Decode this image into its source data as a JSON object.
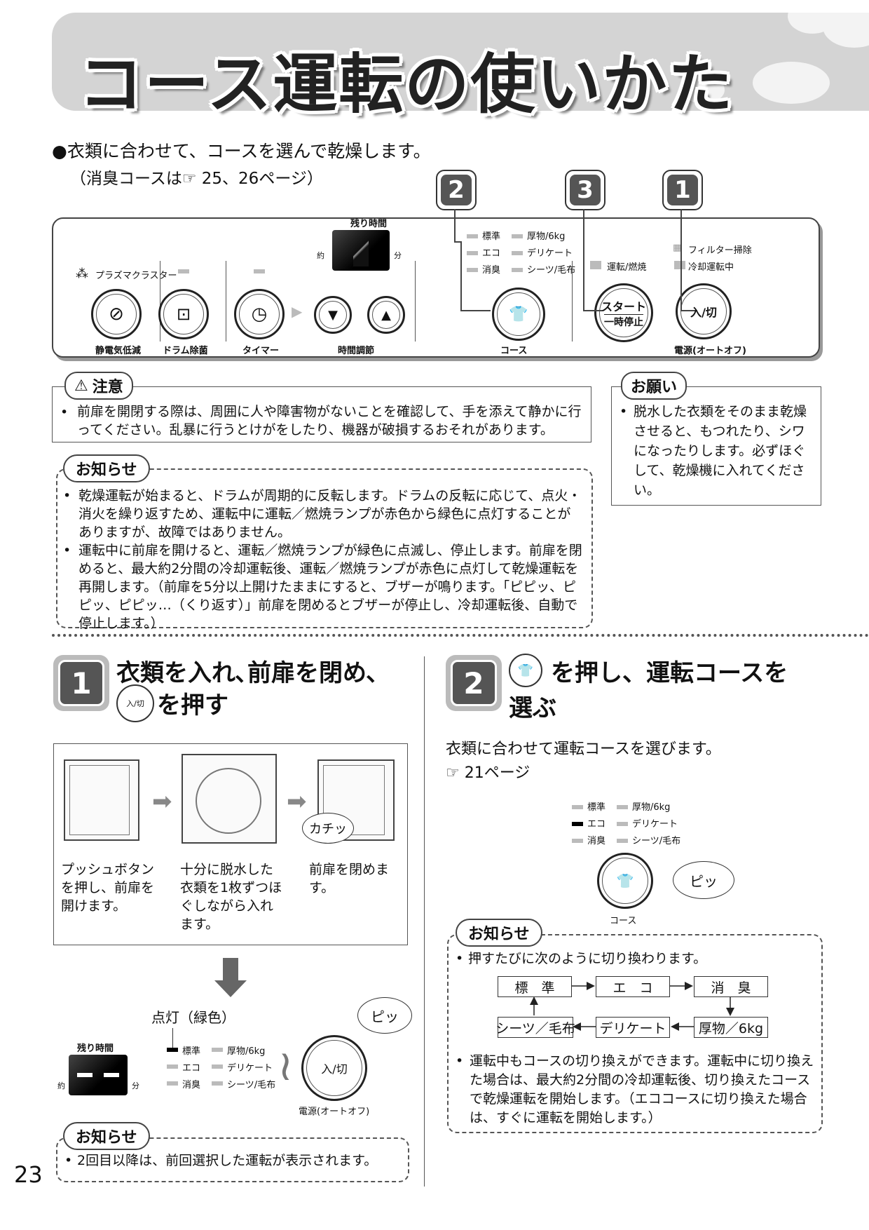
{
  "page_title": "コース運転の使いかた",
  "lead": {
    "line1": "●衣類に合わせて、コースを選んで乾燥します。",
    "line2": "（消臭コースは☞ 25、26ページ）"
  },
  "step_badges": [
    "2",
    "3",
    "1"
  ],
  "panel": {
    "plasma_label": "プラズマクラスター",
    "remaining_label": "残り時間",
    "approx": "約",
    "minutes": "分",
    "course_lamps": [
      "標準",
      "厚物/6kg",
      "エコ",
      "デリケート",
      "消臭",
      "シーツ/毛布"
    ],
    "run_lamp": "運転/燃焼",
    "filter_lamp": "フィルター掃除",
    "cooling_lamp": "冷却運転中",
    "start_btn_line1": "スタート",
    "start_btn_line2": "一時停止",
    "power_btn": "入/切",
    "labels": {
      "static": "静電気低減",
      "drum": "ドラム除菌",
      "timer": "タイマー",
      "time_adjust": "時間調節",
      "course": "コース",
      "power": "電源(オートオフ)"
    }
  },
  "caution": {
    "title": "注意",
    "text": "前扉を開閉する際は、周囲に人や障害物がないことを確認して、手を添えて静かに行ってください。乱暴に行うとけがをしたり、機器が破損するおそれがあります。"
  },
  "request": {
    "title": "お願い",
    "text": "脱水した衣類をそのまま乾燥させると、もつれたり、シワになったりします。必ずほぐして、乾燥機に入れてください。"
  },
  "notice1": {
    "title": "お知らせ",
    "items": [
      "乾燥運転が始まると、ドラムが周期的に反転します。ドラムの反転に応じて、点火・消火を繰り返すため、運転中に運転／燃焼ランプが赤色から緑色に点灯することがありますが、故障ではありません。",
      "運転中に前扉を開けると、運転／燃焼ランプが緑色に点滅し、停止します。前扉を閉めると、最大約2分間の冷却運転後、運転／燃焼ランプが赤色に点灯して乾燥運転を再開します。（前扉を5分以上開けたままにすると、ブザーが鳴ります。「ピピッ、ピピッ、ピピッ…（くり返す）」前扉を閉めるとブザーが停止し、冷却運転後、自動で停止します。）"
    ]
  },
  "step1": {
    "number": "1",
    "title_line1": "衣類を入れ､前扉を閉め､",
    "title_line2": "を押す",
    "icon_label": "入/切",
    "captions": [
      "プッシュボタンを押し、前扉を開けます。",
      "十分に脱水した衣類を1枚ずつほぐしながら入れます。",
      "前扉を閉めます。"
    ],
    "click_sound": "カチッ",
    "lit_label": "点灯（緑色）",
    "remaining_label": "残り時間",
    "approx": "約",
    "minutes": "分",
    "course_lamps": [
      "標準",
      "厚物/6kg",
      "エコ",
      "デリケート",
      "消臭",
      "シーツ/毛布"
    ],
    "beep": "ピッ",
    "power_btn": "入/切",
    "power_label": "電源(オートオフ)"
  },
  "notice3": {
    "title": "お知らせ",
    "text": "2回目以降は、前回選択した運転が表示されます。"
  },
  "step2": {
    "number": "2",
    "title_line1": "を押し、運転コースを",
    "title_line2": "選ぶ",
    "desc": "衣類に合わせて運転コースを選びます。",
    "ref": "☞ 21ページ",
    "course_lamps": [
      "標準",
      "厚物/6kg",
      "エコ",
      "デリケート",
      "消臭",
      "シーツ/毛布"
    ],
    "beep": "ピッ",
    "course_label": "コース"
  },
  "notice2": {
    "title": "お知らせ",
    "item1": "押すたびに次のように切り換わります。",
    "flow": [
      "標　準",
      "エ　コ",
      "消　臭",
      "厚物／6kg",
      "デリケート",
      "シーツ／毛布"
    ],
    "item2": "運転中もコースの切り換えができます。運転中に切り換えた場合は、最大約2分間の冷却運転後、切り換えたコースで乾燥運転を開始します。（エココースに切り換えた場合は、すぐに運転を開始します。）"
  },
  "page_number": "23"
}
